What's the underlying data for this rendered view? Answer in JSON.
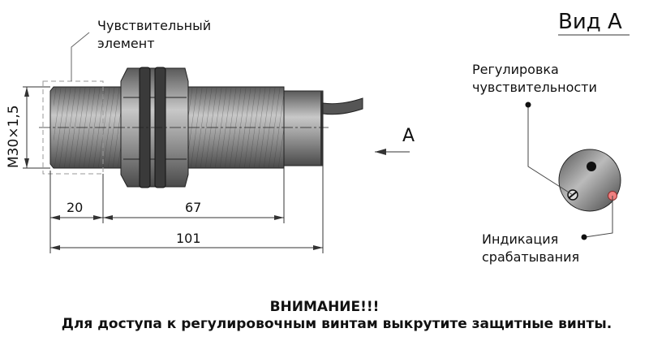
{
  "labels": {
    "sensitive_element": [
      "Чувствительный",
      "элемент"
    ],
    "thread": "M30×1,5",
    "view_title": "Вид А",
    "view_arrow": "А",
    "sensitivity_adjust": [
      "Регулировка",
      "чувствительности"
    ],
    "indication": [
      "Индикация",
      "срабатывания"
    ]
  },
  "dimensions": {
    "front": "20",
    "middle": "67",
    "total": "101"
  },
  "warning": {
    "title": "ВНИМАНИЕ!!!",
    "text": "Для доступа к регулировочным винтам выкрутите защитные винты."
  },
  "colors": {
    "led": "#f08080",
    "body": "#8a8a8a"
  }
}
